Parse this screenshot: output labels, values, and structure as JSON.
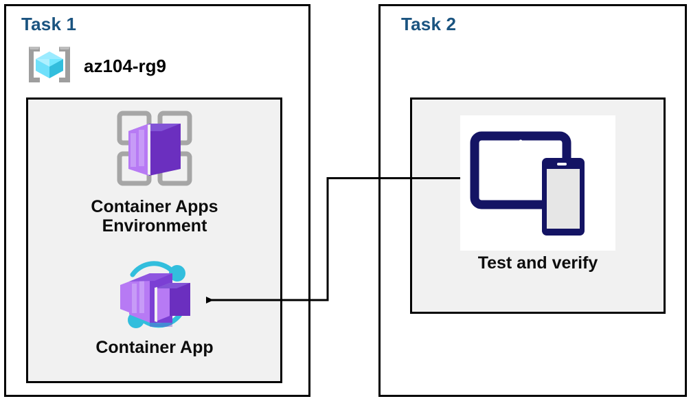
{
  "diagram": {
    "title_color": "#1b5480",
    "panel_border_color": "#000000",
    "inner_panel_fill": "#f1f1f1",
    "connector_color": "#000000"
  },
  "task1": {
    "title": "Task 1",
    "resource_group": {
      "icon": "resource-group-icon",
      "label": "az104-rg9"
    },
    "nodes": [
      {
        "icon": "container-apps-environment-icon",
        "label": "Container Apps\nEnvironment"
      },
      {
        "icon": "container-app-icon",
        "label": "Container App"
      }
    ]
  },
  "task2": {
    "title": "Task 2",
    "nodes": [
      {
        "icon": "test-and-verify-devices-icon",
        "label": "Test and verify"
      }
    ]
  },
  "connector": {
    "name": "test-to-container-app-arrow",
    "from": "Test and verify",
    "to": "Container App",
    "direction": "right-to-left",
    "arrowhead": "left"
  },
  "palette": {
    "azure_blue_title": "#1b5480",
    "resource_group_cube": "#50e6ff",
    "resource_group_bracket": "#a3a3a3",
    "container_purple_light": "#b77af4",
    "container_purple_mid": "#8661c5",
    "container_purple_dark": "#6b2fbf",
    "accent_cyan": "#32bedd",
    "grid_gray": "#a0a0a0",
    "device_navy": "#141464",
    "device_screen_gray": "#e6e6e6"
  }
}
